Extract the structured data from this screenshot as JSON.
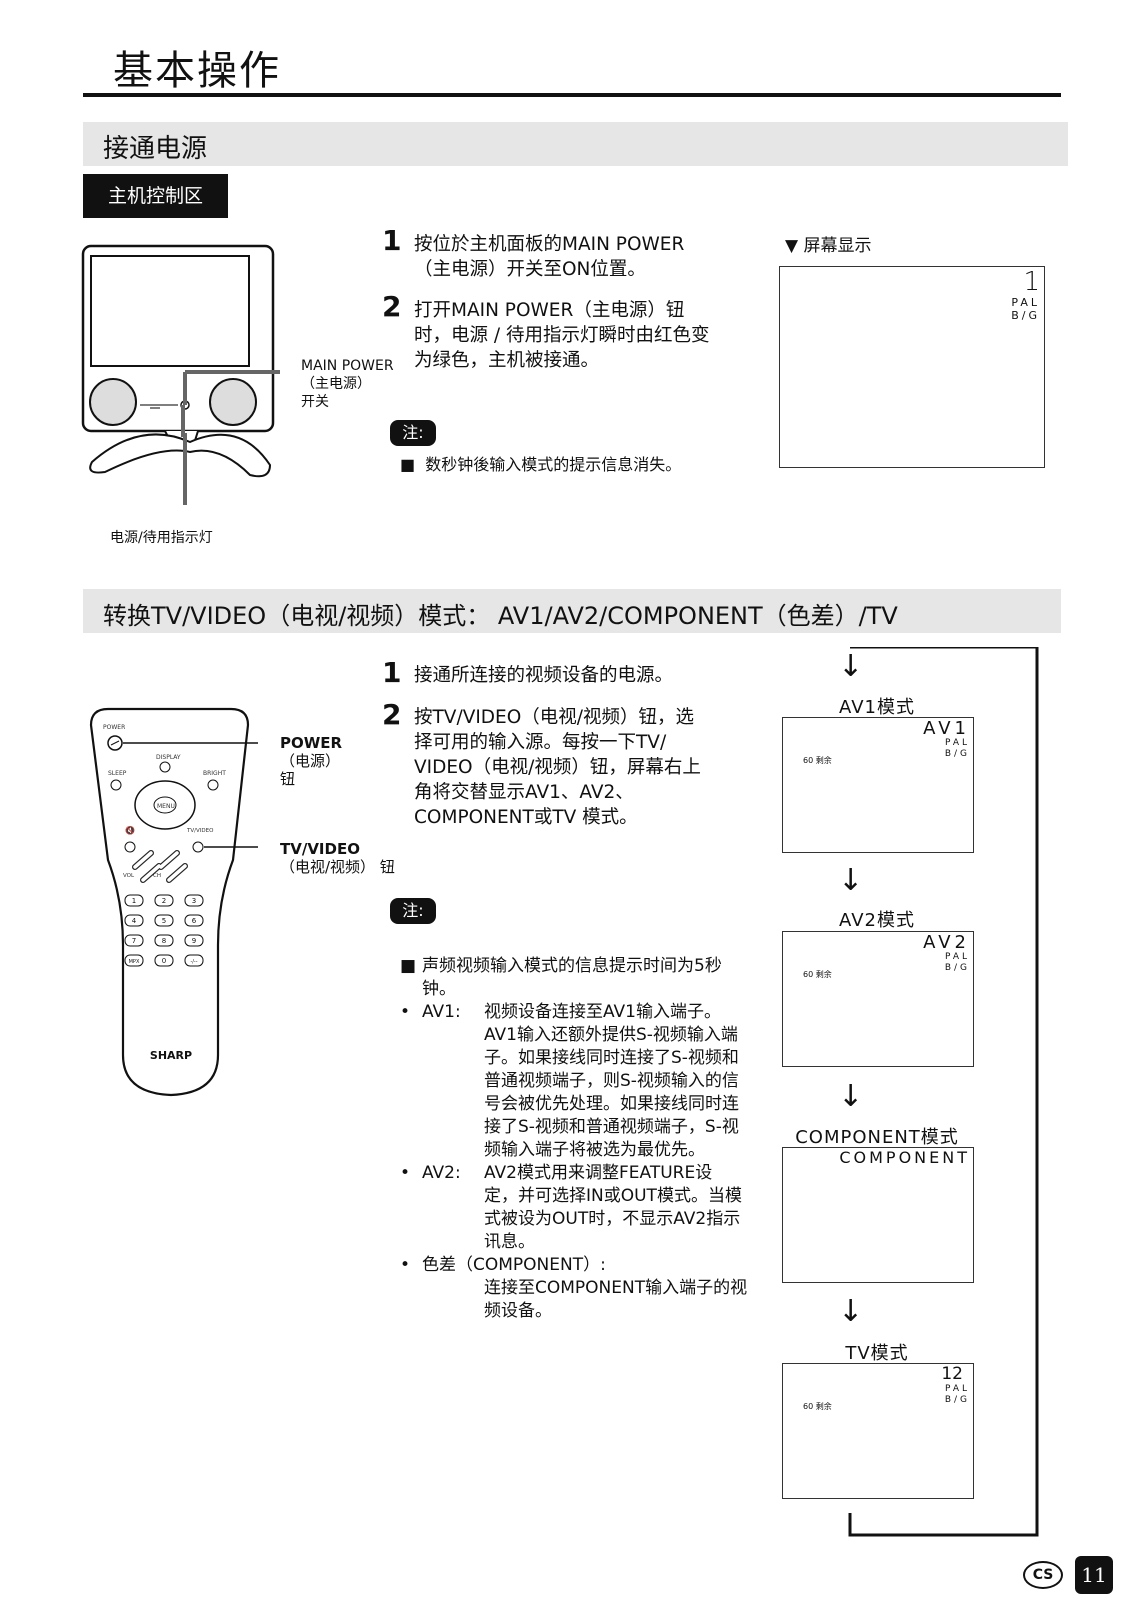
{
  "page": {
    "title": "基本操作",
    "number": "11",
    "lang_badge": "CS"
  },
  "section1": {
    "heading": "接通电源",
    "tab": "主机控制区",
    "callout_power": [
      "MAIN POWER",
      "（主电源）",
      "开关"
    ],
    "callout_indicator": "电源/待用指示灯",
    "steps": [
      {
        "num": "1",
        "lines": [
          "按位於主机面板的MAIN POWER",
          "（主电源）开关至ON位置。"
        ]
      },
      {
        "num": "2",
        "lines": [
          "打开MAIN POWER（主电源）钮",
          "时，电源 / 待用指示灯瞬时由红色变",
          "为绿色，主机被接通。"
        ]
      }
    ],
    "note_label": "注:",
    "note": "数秒钟後输入模式的提示信息消失。",
    "screen_heading": "▼ 屏幕显示",
    "screen": {
      "channel": "1",
      "sys1": "PAL",
      "sys2": "B/G"
    }
  },
  "section2": {
    "heading": "转换TV/VIDEO（电视/视频）模式： AV1/AV2/COMPONENT（色差）/TV",
    "callout_power": [
      "POWER",
      "（电源）",
      "钮"
    ],
    "callout_tvvideo": [
      "TV/VIDEO",
      "（电视/视频） 钮"
    ],
    "remote": {
      "brand": "SHARP",
      "power": "POWER",
      "display": "DISPLAY",
      "sleep": "SLEEP",
      "bright": "BRIGHT",
      "menu": "MENU",
      "tvvideo": "TV/VIDEO",
      "vol": "VOL",
      "ch": "CH",
      "keys": [
        "1",
        "2",
        "3",
        "4",
        "5",
        "6",
        "7",
        "8",
        "9",
        "MPX",
        "0",
        "-/--"
      ]
    },
    "steps": [
      {
        "num": "1",
        "lines": [
          "接通所连接的视频设备的电源。"
        ]
      },
      {
        "num": "2",
        "lines": [
          "按TV/VIDEO（电视/视频）钮，选",
          "择可用的输入源。每按一下TV/",
          "VIDEO（电视/视频）钮，屏幕右上",
          "角将交替显示AV1、AV2、",
          "COMPONENT或TV 模式。"
        ]
      }
    ],
    "note_label": "注:",
    "notes": [
      {
        "bullet": "■",
        "label": "",
        "lines": [
          "声频视频输入模式的信息提示时间为5秒",
          "钟。"
        ]
      },
      {
        "bullet": "•",
        "label": "AV1:",
        "lines": [
          "视频设备连接至AV1输入端子。",
          "AV1输入还额外提供S-视频输入端",
          "子。如果接线同时连接了S-视频和",
          "普通视频端子，则S-视频输入的信",
          "号会被优先处理。如果接线同时连",
          "接了S-视频和普通视频端子，S-视",
          "频输入端子将被选为最优先。"
        ]
      },
      {
        "bullet": "•",
        "label": "AV2:",
        "lines": [
          "AV2模式用来调整FEATURE设",
          "定，并可选择IN或OUT模式。当模",
          "式被设为OUT时，不显示AV2指示",
          "讯息。"
        ]
      },
      {
        "bullet": "•",
        "label": "色差（COMPONENT）:",
        "lines": [
          "连接至COMPONENT输入端子的视",
          "频设备。"
        ]
      }
    ],
    "modes": [
      {
        "title": "AV1模式",
        "top": "AV1",
        "sys1": "PAL",
        "sys2": "B/G",
        "remain": "60  剩余"
      },
      {
        "title": "AV2模式",
        "top": "AV2",
        "sys1": "PAL",
        "sys2": "B/G",
        "remain": "60  剩余"
      },
      {
        "title": "COMPONENT模式",
        "top": "COMPONENT",
        "sys1": "",
        "sys2": "",
        "remain": ""
      },
      {
        "title": "TV模式",
        "top": "12",
        "sys1": "PAL",
        "sys2": "B/G",
        "remain": "60  剩余"
      }
    ]
  }
}
